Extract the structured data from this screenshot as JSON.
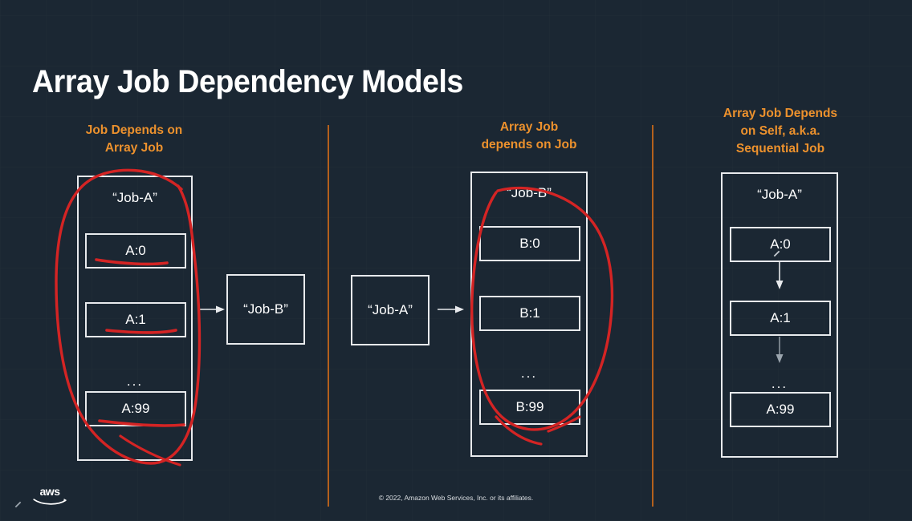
{
  "slide": {
    "title": "Array Job Dependency Models",
    "background_color": "#1b2733",
    "accent_color": "#ec912d",
    "divider_color": "#b4601c",
    "annotation_color": "#d42424",
    "box_border_color": "#e8eaed"
  },
  "panels": [
    {
      "id": "job-depends-on-array-job",
      "heading_line1": "Job Depends on",
      "heading_line2": "Array Job",
      "array_container": {
        "label": "“Job-A”",
        "cells": [
          "A:0",
          "A:1",
          "A:99"
        ],
        "ellipsis": "..."
      },
      "target_box": {
        "label": "“Job-B”"
      },
      "arrow": "arrow-right"
    },
    {
      "id": "array-job-depends-on-job",
      "heading_line1": "Array Job",
      "heading_line2": "depends on Job",
      "source_box": {
        "label": "“Job-A”"
      },
      "array_container": {
        "label": "“Job-B”",
        "cells": [
          "B:0",
          "B:1",
          "B:99"
        ],
        "ellipsis": "..."
      },
      "arrow": "arrow-right"
    },
    {
      "id": "array-job-depends-on-self",
      "heading_line1": "Array Job Depends",
      "heading_line2": "on Self, a.k.a.",
      "heading_line3": "Sequential Job",
      "array_container": {
        "label": "“Job-A”",
        "cells": [
          "A:0",
          "A:1",
          "A:99"
        ],
        "ellipsis": "..."
      },
      "arrows": [
        "arrow-down",
        "arrow-down"
      ]
    }
  ],
  "footer": {
    "logo": "aws-logo",
    "copyright": "© 2022, Amazon Web Services, Inc. or its affiliates."
  },
  "annotations": {
    "left_ellipse": "hand-drawn-ellipse-around-job-a-array",
    "left_underlines": [
      "underline-a0",
      "underline-a1",
      "underline-a99"
    ],
    "middle_ellipse": "hand-drawn-ellipse-around-job-b-array"
  }
}
